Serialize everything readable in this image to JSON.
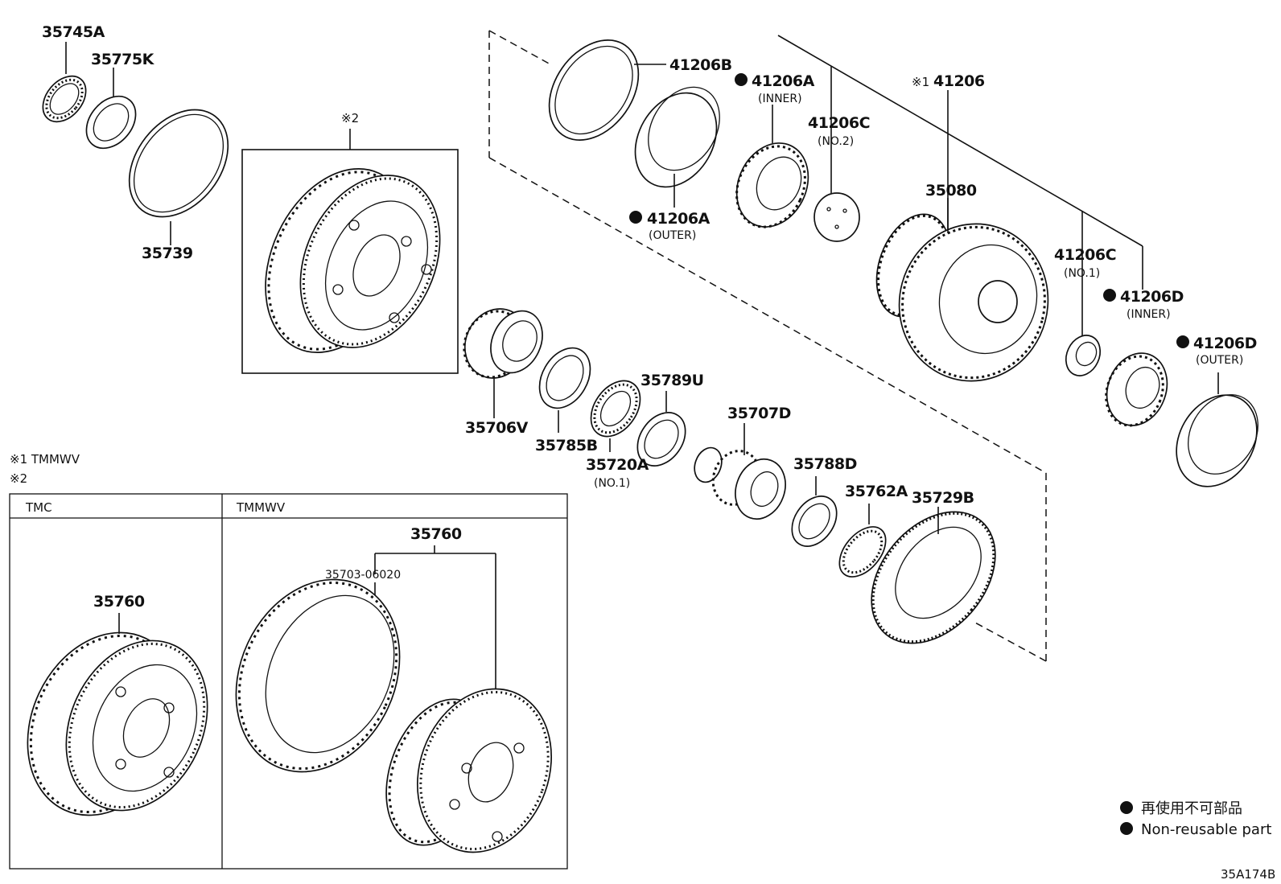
{
  "labels": {
    "p35745A": "35745A",
    "p35775K": "35775K",
    "p35739": "35739",
    "p41206B": "41206B",
    "p41206A_inner": "41206A",
    "inner": "(INNER)",
    "p41206A_outer": "41206A",
    "outer": "(OUTER)",
    "p41206C_no2": "41206C",
    "no2": "(NO.2)",
    "p41206": "41206",
    "p35080": "35080",
    "p41206C_no1": "41206C",
    "no1": "(NO.1)",
    "p41206D_inner": "41206D",
    "inner2": "(INNER)",
    "p41206D_outer": "41206D",
    "outer2": "(OUTER)",
    "p35706V": "35706V",
    "p35785B": "35785B",
    "p35720A": "35720A",
    "no1b": "(NO.1)",
    "p35789U": "35789U",
    "p35707D": "35707D",
    "p35788D": "35788D",
    "p35762A": "35762A",
    "p35729B": "35729B",
    "p35760_tmc": "35760",
    "p35760_tmmwv": "35760",
    "p35703": "35703-06020",
    "ref2_box": "※2",
    "ref1_mark": "※1"
  },
  "notes": {
    "note1": "※1 TMMWV",
    "note2": "※2",
    "table_tmc": "TMC",
    "table_tmmwv": "TMMWV"
  },
  "legend": {
    "jp": "再使用不可部品",
    "en": "Non-reusable part"
  },
  "diagram_id": "35A174B"
}
